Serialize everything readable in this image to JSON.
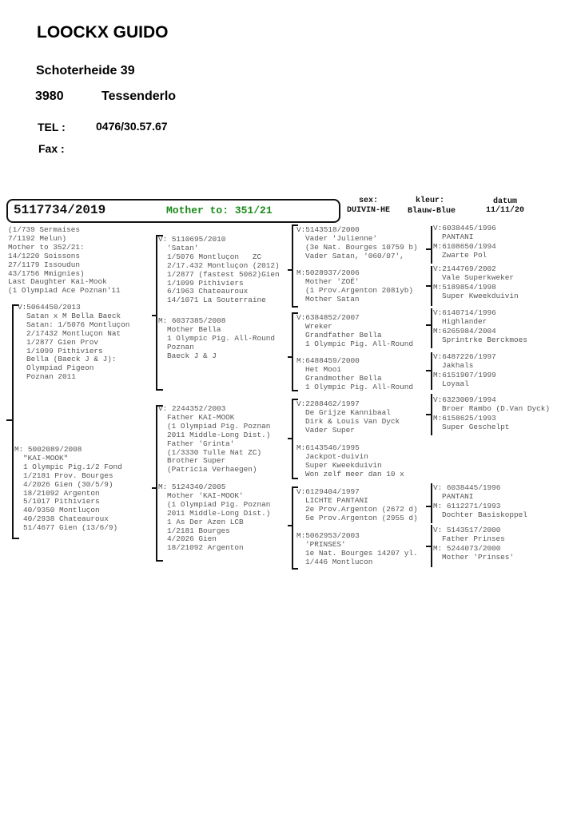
{
  "owner": {
    "name": "LOOCKX GUIDO",
    "street": "Schoterheide 39",
    "postcode": "3980",
    "city": "Tessenderlo",
    "tel_label": "TEL :",
    "tel": "0476/30.57.67",
    "fax_label": "Fax :"
  },
  "pigeon": {
    "ring": "5117734/2019",
    "title": "Mother to: 351/21",
    "title_color": "#1a8a1a",
    "sex_label": "sex:",
    "sex": "DUIVIN-HE",
    "color_label": "kleur:",
    "color": "Blauw-Blue",
    "date_label": "datum",
    "date": "11/11/20",
    "notes": [
      "(1/739 Sermaises",
      "7/1192 Melun)",
      "Mother to 352/21:",
      "14/1220 Soissons",
      "27/1179 Issoudun",
      "43/1756 Mmignies)",
      "Last Daughter Kai-Mook",
      "(1 Olympiad Ace Poznan'11"
    ]
  },
  "gen1": {
    "father": [
      "V:5064450/2013",
      "Satan x M Bella Baeck",
      "Satan: 1/5076 Montluçon",
      "2/17432 Montluçon Nat",
      "1/2877 Gien Prov",
      "1/1099 Pithiviers",
      "Bella (Baeck J & J):",
      "Olympiad Pigeon",
      "Poznan 2011"
    ],
    "mother": [
      "M: 5002089/2008",
      "\"KAI-MOOK\"",
      "1 Olympic Pig.1/2 Fond",
      "1/2181 Prov. Bourges",
      "4/2026 Gien (30/5/9)",
      "18/21092 Argenton",
      "5/1017 Pithiviers",
      "40/9350 Montluçon",
      "40/2938 Chateauroux",
      "51/4677 Gien (13/6/9)"
    ]
  },
  "gen2": {
    "ff": [
      "V: 5110695/2010",
      "'Satan'",
      "1/5076 Montluçon   ZC",
      "2/17.432 Montluçon (2012)",
      "1/2877 (fastest 5062)Gien",
      "1/1099 Pithiviers",
      "6/1963 Chateauroux",
      "14/1071 La Souterraine"
    ],
    "fm": [
      "M: 6037385/2008",
      "Mother Bella",
      "1 Olympic Pig. All-Round",
      "Poznan",
      "Baeck J & J"
    ],
    "mf": [
      "V: 2244352/2003",
      "Father KAI-MOOK",
      "(1 Olympiad Pig. Poznan",
      "2011 Middle-Long Dist.)",
      "Father 'Grinta'",
      "(1/3330 Tulle Nat ZC)",
      "Brother Super",
      "(Patricia Verhaegen)"
    ],
    "mm": [
      "M: 5124340/2005",
      "Mother 'KAI-MOOK'",
      "(1 Olympiad Pig. Poznan",
      "2011 Middle-Long Dist.)",
      "1 As Der Azen LCB",
      "1/2181 Bourges",
      "4/2026 Gien",
      "18/21092 Argenton"
    ]
  },
  "gen3": {
    "fff": [
      "V:5143518/2000",
      "Vader 'Julienne'",
      "(3e Nat. Bourges 10759 b)",
      "Vader Satan, '060/07',"
    ],
    "ffm": [
      "M:5028937/2006",
      "Mother 'ZOË'",
      "(1 Prov.Argenton 2081yb)",
      "Mother Satan"
    ],
    "fmf": [
      "V:6384852/2007",
      "Wreker",
      "Grandfather Bella",
      "1 Olympic Pig. All-Round"
    ],
    "fmm": [
      "M:6488459/2000",
      "Het Mooi",
      "Grandmother Bella",
      "1 Olympic Pig. All-Round"
    ],
    "mff": [
      "V:2288462/1997",
      "De Grijze Kannibaal",
      "Dirk & Louis Van Dyck",
      "Vader Super"
    ],
    "mfm": [
      "M:6143546/1995",
      "Jackpot-duivin",
      "Super Kweekduivin",
      "Won zelf meer dan 10 x"
    ],
    "mmf": [
      "V:6129404/1997",
      "LICHTE PANTANI",
      "2e Prov.Argenton (2672 d)",
      "5e Prov.Argenton (2955 d)"
    ],
    "mmm": [
      "M:5062953/2003",
      "'PRINSES'",
      "1e Nat. Bourges 14207 yl.",
      "1/446 Montlucon"
    ]
  },
  "gen4": {
    "a": [
      "V:6038445/1996",
      "PANTANI",
      "M:6108650/1994",
      "Zwarte Pol"
    ],
    "b": [
      "V:2144769/2002",
      "Vale Superkweker",
      "M:5189854/1998",
      "Super Kweekduivin"
    ],
    "c": [
      "V:6140714/1996",
      "Highlander",
      "M:6265984/2004",
      "Sprintrke Berckmoes"
    ],
    "d": [
      "V:6487226/1997",
      "Jakhals",
      "M:6151907/1999",
      "Loyaal"
    ],
    "e": [
      "V:6323009/1994",
      "Broer Rambo (D.Van Dyck)",
      "M:6158625/1993",
      "Super Geschelpt"
    ],
    "f": [
      "V: 6038445/1996",
      "PANTANI",
      "M: 6112271/1993",
      "Dochter Basiskoppel"
    ],
    "g": [
      "V: 5143517/2000",
      "Father Prinses",
      "M: 5244073/2000",
      "Mother 'Prinses'"
    ]
  }
}
